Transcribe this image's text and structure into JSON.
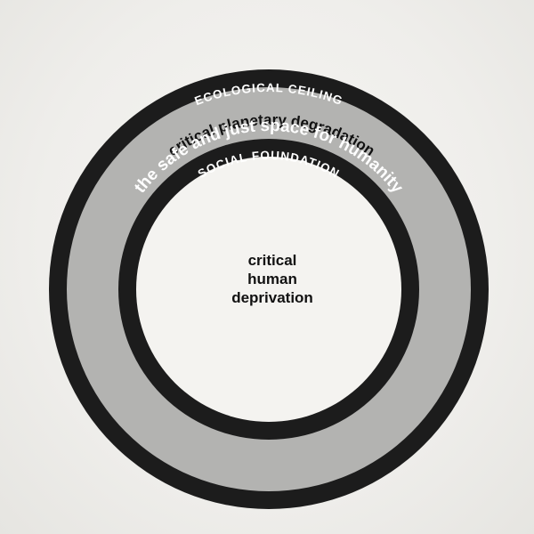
{
  "diagram": {
    "outer_label": "critical planetary degradation",
    "ecological_ceiling_label": "ECOLOGICAL CEILING",
    "band_label": "the safe and just space for humanity",
    "social_foundation_label": "SOCIAL FOUNDATION",
    "center_label_lines": [
      "critical",
      "human",
      "deprivation"
    ]
  },
  "colors": {
    "rings": "#1c1c1c",
    "band": "#b3b3b1",
    "inner": "#f4f3f0",
    "text_on_dark": "#ffffff",
    "text_dark": "#111111"
  }
}
